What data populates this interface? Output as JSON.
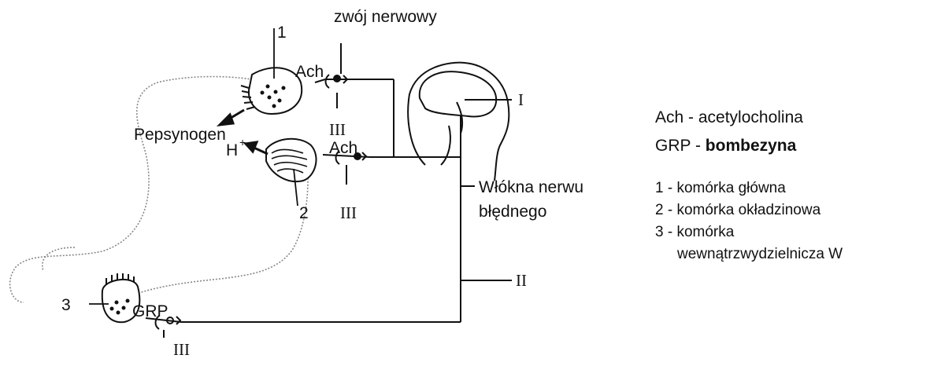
{
  "diagram": {
    "labels": {
      "ganglion": "zwój nerwowy",
      "n1": "1",
      "n2": "2",
      "n3": "3",
      "ach_top": "Ach",
      "ach_mid": "Ach",
      "grp": "GRP",
      "pepsynogen": "Pepsynogen",
      "h_ion": "H",
      "h_sup": "+",
      "roman_I": "I",
      "roman_II": "II",
      "roman_III_a": "III",
      "roman_III_b": "III",
      "roman_III_c": "III",
      "vagus_line1": "Włókna nerwu",
      "vagus_line2": "błędnego"
    },
    "legend": {
      "ach_abbr": "Ach - acetylocholina",
      "grp_abbr": "GRP - ",
      "grp_name": "bombezyna",
      "item1": "1 - komórka główna",
      "item2": "2 - komórka okładzinowa",
      "item3_a": "3 - komórka",
      "item3_b": "wewnątrzwydzielnicza W"
    }
  }
}
